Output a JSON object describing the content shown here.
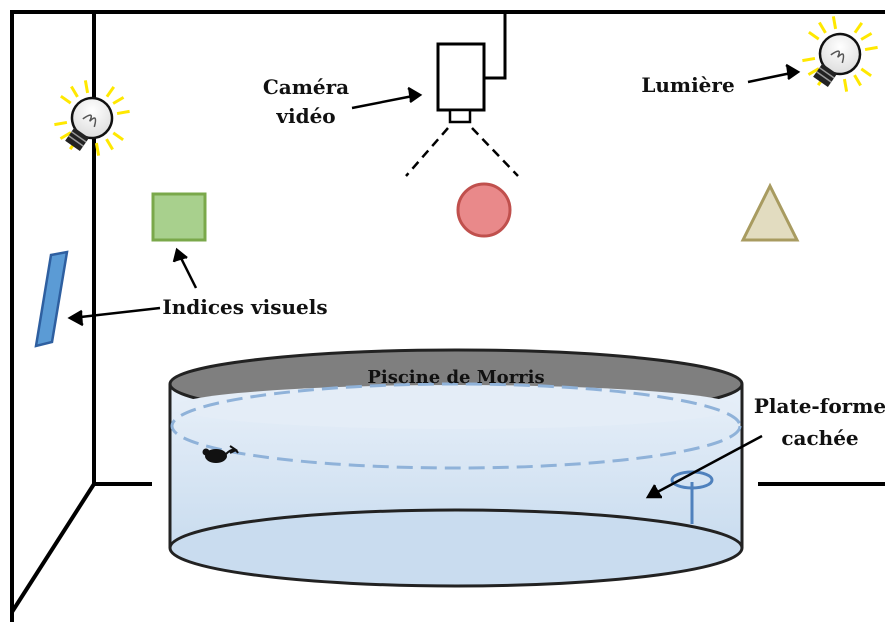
{
  "labels": {
    "camera_line1": "Caméra",
    "camera_line2": "vidéo",
    "light": "Lumière",
    "visual_cues": "Indices visuels",
    "pool": "Piscine de Morris",
    "platform_line1": "Plate-forme",
    "platform_line2": "cachée"
  },
  "icons": {
    "bulb": "light-bulb-icon",
    "camera": "camera-icon",
    "mouse": "mouse-icon"
  },
  "colors": {
    "room_lines": "#000000",
    "square_cue": "#a8d08d",
    "square_cue_border": "#7aa84a",
    "circle_cue": "#e9898a",
    "circle_cue_border": "#c0504d",
    "triangle_cue": "#e2dcc0",
    "triangle_cue_border": "#a89b60",
    "wall_cue": "#5b9bd5",
    "wall_cue_border": "#2e5fa0",
    "pool_rim": "#7f7f7f",
    "water": "#dbe8f5",
    "platform": "#4f81bd",
    "bulb_glow": "#ffe800"
  }
}
